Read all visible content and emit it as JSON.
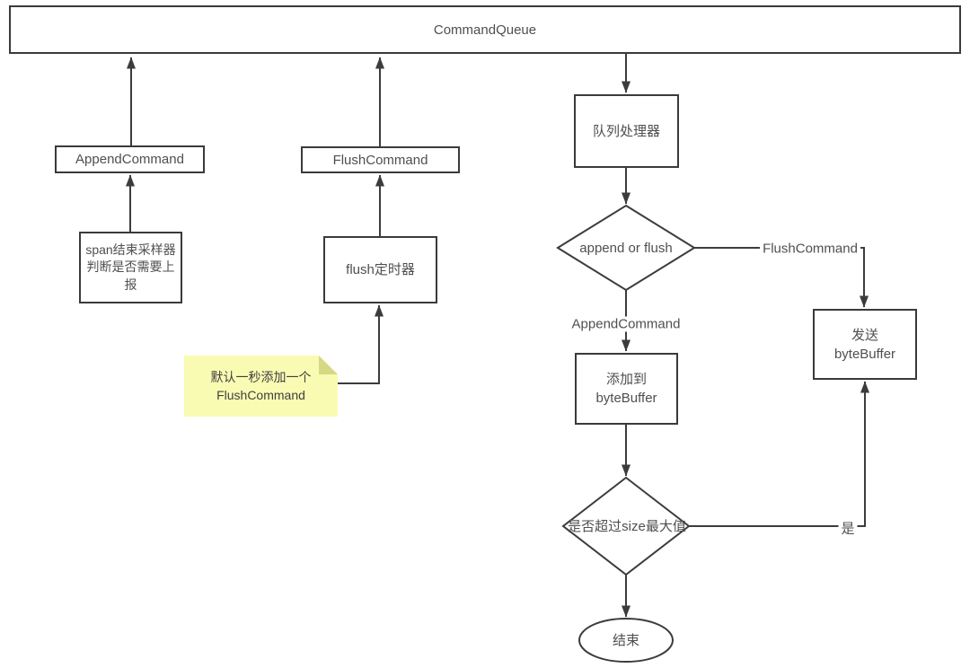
{
  "canvas": {
    "background": "#ffffff",
    "line_color": "#3c3c3c",
    "text_color": "#4f4f4f",
    "note_bg": "#fafbb3",
    "note_fold": "#d7d883"
  },
  "nodes": {
    "command_queue": {
      "label": "CommandQueue"
    },
    "append_command": {
      "label": "AppendCommand"
    },
    "span_sampler": {
      "label": "span结束采样器判断是否需要上报"
    },
    "flush_command": {
      "label": "FlushCommand"
    },
    "flush_timer": {
      "label": "flush定时器"
    },
    "queue_processor": {
      "label": "队列处理器"
    },
    "decision_append_or_flush": {
      "label": "append or flush"
    },
    "append_to_buffer": {
      "line1": "添加到",
      "line2": "byteBuffer"
    },
    "send_buffer": {
      "line1": "发送",
      "line2": "byteBuffer"
    },
    "decision_size_limit": {
      "label": "是否超过size最大值"
    },
    "end_terminal": {
      "label": "结束"
    }
  },
  "note": {
    "line1": "默认一秒添加一个",
    "line2": "FlushCommand"
  },
  "edge_labels": {
    "flush_branch": "FlushCommand",
    "append_branch": "AppendCommand",
    "yes_branch": "是"
  }
}
